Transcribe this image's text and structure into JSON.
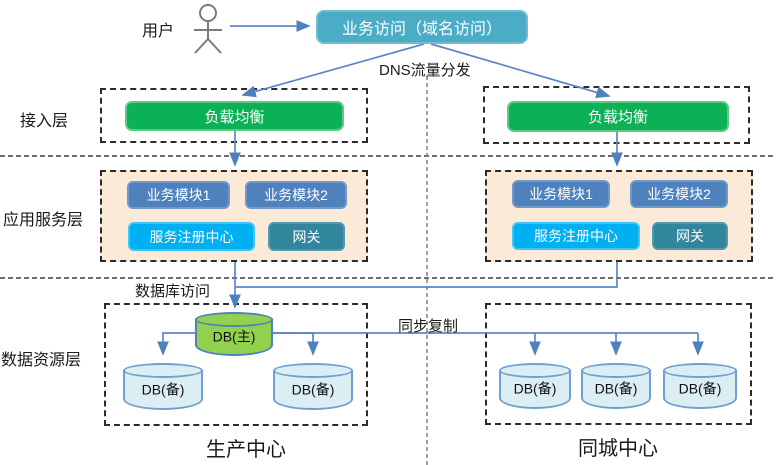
{
  "user": {
    "label": "用户"
  },
  "entry": {
    "label": "业务访问（域名访问）"
  },
  "annotations": {
    "dns": "DNS流量分发",
    "db_access": "数据库访问",
    "sync": "同步复制"
  },
  "layers": {
    "access": "接入层",
    "app": "应用服务层",
    "data": "数据资源层"
  },
  "production": {
    "name": "生产中心",
    "lb": "负载均衡",
    "modules": [
      "业务模块1",
      "业务模块2"
    ],
    "registry": "服务注册中心",
    "gateway": "网关",
    "db_primary": "DB(主)",
    "db_backups": [
      "DB(备)",
      "DB(备)"
    ]
  },
  "same_city": {
    "name": "同城中心",
    "lb": "负载均衡",
    "modules": [
      "业务模块1",
      "业务模块2"
    ],
    "registry": "服务注册中心",
    "gateway": "网关",
    "db_backups": [
      "DB(备)",
      "DB(备)",
      "DB(备)"
    ]
  },
  "colors": {
    "entry_box": "#4bacc6",
    "load_balancer": "#0db155",
    "module_box": "#4f81bd",
    "registry_box": "#00b0f0",
    "gateway_box": "#31859c",
    "app_zone_bg": "#fcead9",
    "db_primary": "#92d050",
    "db_backup": "#daeef3",
    "connector": "#5b87c5",
    "dashed_zone": "#2b2b2b",
    "divider": "#808080"
  }
}
